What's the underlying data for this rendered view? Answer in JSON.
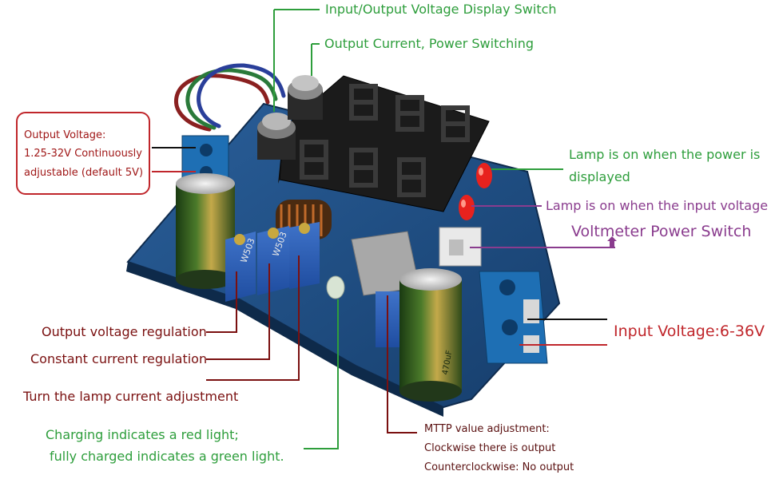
{
  "callouts": {
    "display_switch": "Input/Output Voltage Display Switch",
    "current_power_switch": "Output Current, Power Switching",
    "power_lamp": [
      "Lamp is on when the power is",
      "displayed"
    ],
    "input_lamp": "Lamp is on when the input voltage",
    "voltmeter_switch": "Voltmeter Power Switch",
    "input_voltage": "Input Voltage:6-36V",
    "output_voltage_box": [
      "Output Voltage:",
      "1.25-32V Continuously",
      "adjustable (default 5V)"
    ],
    "output_voltage_regulation": "Output voltage regulation",
    "constant_current_regulation": "Constant current regulation",
    "lamp_current_adjustment": "Turn the lamp current adjustment",
    "charging_indicator": [
      "Charging indicates a red light;",
      "fully charged indicates a green light."
    ],
    "mttp": [
      "MTTP value adjustment:",
      "Clockwise there is output",
      "Counterclockwise: No output"
    ]
  },
  "board": {
    "pot_label_1": "W503",
    "pot_label_2": "W503",
    "cap_label": "470uF"
  },
  "colors": {
    "green": "#2e9e3c",
    "purple": "#8a3c8e",
    "dark_red": "#7a1010",
    "red": "#c0262b",
    "pcb_blue": "#1d4f86",
    "terminal_blue": "#1e6fb4"
  }
}
